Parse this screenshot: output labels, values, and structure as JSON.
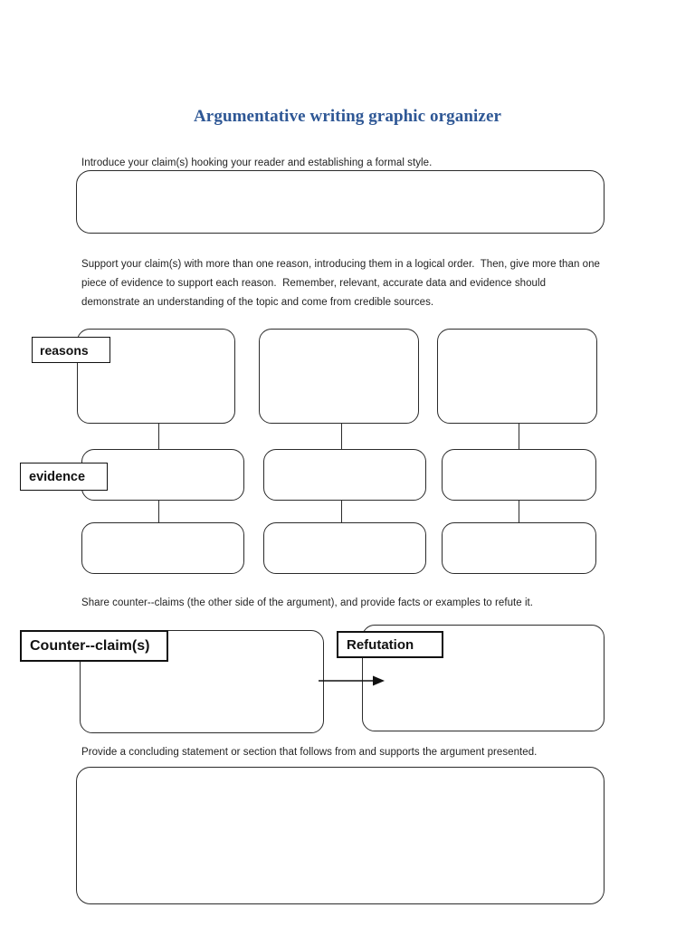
{
  "document": {
    "title": "Argumentative writing graphic organizer",
    "title_color": "#2e5795",
    "page_background": "#ffffff",
    "line_color": "#2b2b2b"
  },
  "sections": {
    "intro": {
      "instruction": "Introduce your claim(s) hooking your reader and establishing a formal style.",
      "answer_box_placeholder": ""
    },
    "support": {
      "instruction": "Support your claim(s) with more than one reason, introducing them in a logical order.  Then, give more than one piece of evidence to support each reason.  Remember, relevant, accurate data and evidence should demonstrate an understanding of the topic and come from credible sources.",
      "labels": {
        "reasons": "reasons",
        "evidence": "evidence"
      },
      "columns": [
        {
          "reason_placeholder": "",
          "evidence_placeholders": [
            "",
            ""
          ]
        },
        {
          "reason_placeholder": "",
          "evidence_placeholders": [
            "",
            ""
          ]
        },
        {
          "reason_placeholder": "",
          "evidence_placeholders": [
            "",
            ""
          ]
        }
      ]
    },
    "counterclaim": {
      "instruction": "Share counter--claims (the other side of the argument), and provide facts or examples to refute it.",
      "labels": {
        "counterclaim": "Counter--claim(s)",
        "refutation": "Refutation"
      },
      "counterclaim_placeholder": "",
      "refutation_placeholder": "",
      "connector": "arrow-right"
    },
    "conclusion": {
      "instruction": "Provide a concluding statement or section that follows from and supports the argument presented.",
      "answer_box_placeholder": ""
    }
  }
}
